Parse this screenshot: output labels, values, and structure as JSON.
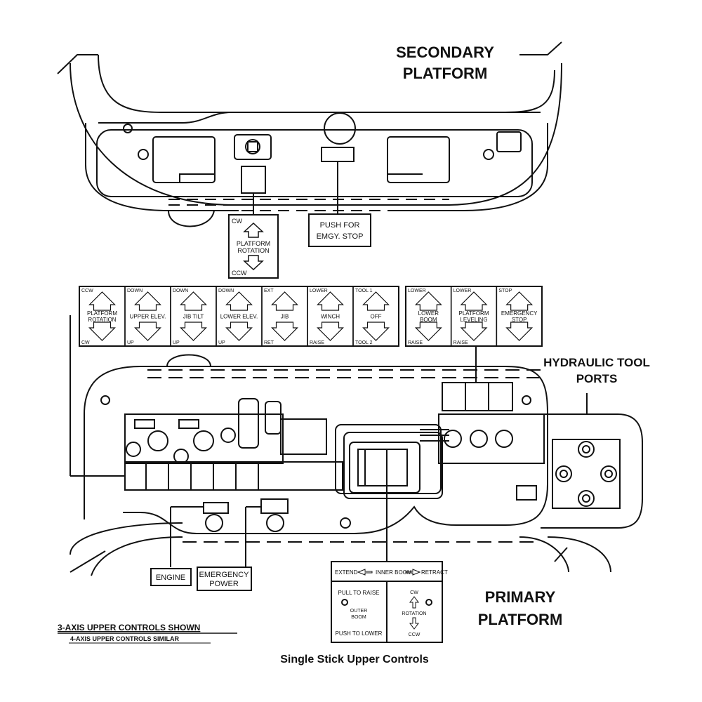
{
  "labels": {
    "secondary_platform": [
      "SECONDARY",
      "PLATFORM"
    ],
    "primary_platform": [
      "PRIMARY",
      "PLATFORM"
    ],
    "hydraulic_tool_ports": [
      "HYDRAULIC TOOL",
      "PORTS"
    ],
    "emergency_stop_button": [
      "PUSH FOR",
      "EMGY. STOP"
    ],
    "engine": "ENGINE",
    "emergency_power": [
      "EMERGENCY",
      "POWER"
    ],
    "upper_controls_shown": "3-AXIS UPPER CONTROLS SHOWN",
    "upper_controls_similar": "4-AXIS UPPER CONTROLS SIMILAR",
    "caption": "Single Stick Upper Controls"
  },
  "secondary_rotation_decal": {
    "top": "CW",
    "name": [
      "PLATFORM",
      "ROTATION"
    ],
    "bottom": "CCW"
  },
  "main_decals": [
    {
      "top": "CCW",
      "name": [
        "PLATFORM",
        "ROTATION"
      ],
      "bottom": "CW"
    },
    {
      "top": "DOWN",
      "name": [
        "UPPER ELEV."
      ],
      "bottom": "UP"
    },
    {
      "top": "DOWN",
      "name": [
        "JIB TILT"
      ],
      "bottom": "UP"
    },
    {
      "top": "DOWN",
      "name": [
        "LOWER ELEV."
      ],
      "bottom": "UP"
    },
    {
      "top": "EXT",
      "name": [
        "JIB"
      ],
      "bottom": "RET"
    },
    {
      "top": "LOWER",
      "name": [
        "WINCH"
      ],
      "bottom": "RAISE"
    },
    {
      "top": "TOOL 1",
      "name": [
        "OFF"
      ],
      "bottom": "TOOL 2"
    }
  ],
  "side_decals": [
    {
      "top": "LOWER",
      "name": [
        "LOWER",
        "BOOM"
      ],
      "bottom": "RAISE"
    },
    {
      "top": "LOWER",
      "name": [
        "PLATFORM",
        "LEVELING"
      ],
      "bottom": "RAISE"
    },
    {
      "top": "STOP",
      "name": [
        "EMERGENCY",
        "STOP"
      ],
      "bottom": ""
    }
  ],
  "stick_decal": {
    "header": [
      "EXTEND",
      "INNER BOOM",
      "RETRACT"
    ],
    "left": [
      "PULL TO RAISE",
      "OUTER",
      "BOOM",
      "PUSH TO LOWER"
    ],
    "right": [
      "CW",
      "ROTATION",
      "CCW"
    ]
  }
}
